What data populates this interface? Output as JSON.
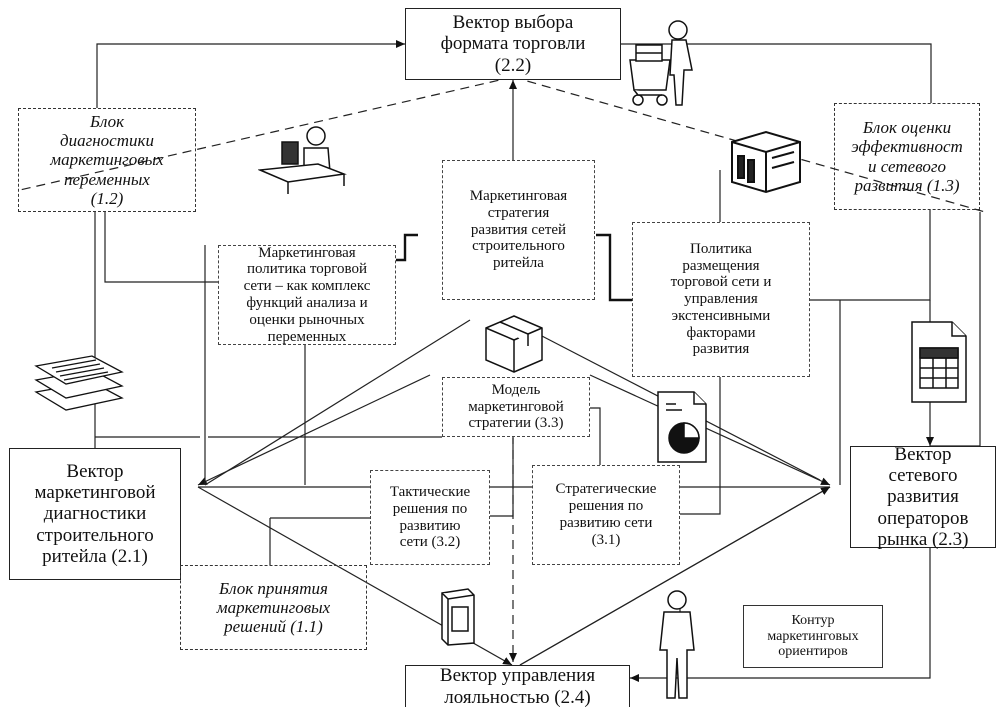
{
  "boxes": {
    "vector_format": "Вектор выбора\nформата торговли\n(2.2)",
    "block_diagnostics": "Блок\nдиагностики\nмаркетинговых\nпеременных\n(1.2)",
    "block_efficiency": "Блок оценки\nэффективност\nи сетевого\nразвития (1.3)",
    "marketing_policy": "Маркетинговая\nполитика торговой\nсети – как комплекс\nфункций анализа и\nоценки рыночных\nпеременных",
    "marketing_strategy": "Маркетинговая\nстратегия\nразвития сетей\nстроительного\nритейла",
    "placement_policy": "Политика\nразмещения\nторговой сети и\nуправления\nэкстенсивными\nфакторами\nразвития",
    "strategy_model": "Модель\nмаркетинговой\nстратегии (3.3)",
    "tactical_decisions": "Тактические\nрешения по\nразвитию\nсети (3.2)",
    "strategic_decisions": "Стратегические\nрешения по\nразвитию сети\n(3.1)",
    "vector_diagnostics": "Вектор\nмаркетинговой\nдиагностики\nстроительного\nритейла (2.1)",
    "vector_network": "Вектор\nсетевого\nразвития\nоператоров\nрынка (2.3)",
    "block_decisions": "Блок принятия\nмаркетинговых\nрешений (1.1)",
    "contour": "Контур\nмаркетинговых\nориентиров",
    "vector_loyalty": "Вектор управления\nлояльностью (2.4)"
  },
  "icons": [
    "shopping-cart-person-icon",
    "office-worker-icon",
    "server-icon",
    "documents-stack-icon",
    "box-icon",
    "spreadsheet-icon",
    "pie-chart-document-icon",
    "product-package-icon",
    "standing-person-icon"
  ]
}
